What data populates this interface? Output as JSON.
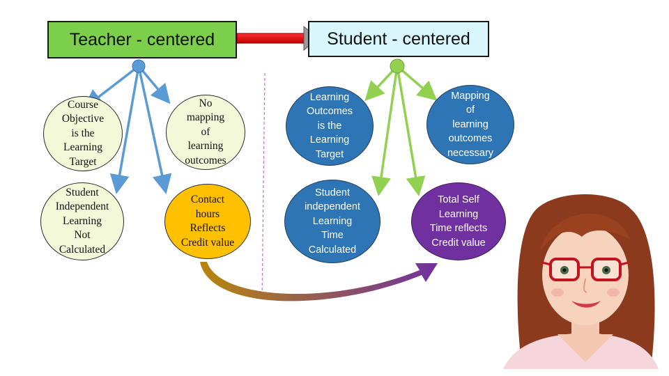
{
  "teacher_title": "Teacher - centered",
  "student_title": "Student - centered",
  "teacher_nodes": [
    {
      "text": "Course\nObjective\nis the\nLearning\nTarget"
    },
    {
      "text": "No\nmapping\nof\nlearning\noutcomes"
    },
    {
      "text": "Student\nIndependent\nLearning\nNot\nCalculated"
    },
    {
      "text": "Contact\nhours\nReflects\nCredit value"
    }
  ],
  "student_nodes": [
    {
      "text": "Learning\nOutcomes\nis the\nLearning\nTarget"
    },
    {
      "text": "Mapping\nof\nlearning\noutcomes\nnecessary"
    },
    {
      "text": "Student\nindependent\nLearning\nTime\nCalculated"
    },
    {
      "text": "Total Self\nLearning\nTime reflects\nCredit value"
    }
  ],
  "colors": {
    "teacher_box": "#7ccf4b",
    "student_box": "#d8f6fb",
    "teacher_arrows": "#5b9bd5",
    "student_arrows": "#92d050",
    "transition_arrow": "#e02020",
    "curve_start": "#b8860b",
    "curve_end": "#7030a0",
    "divider": "#d36fb0"
  }
}
